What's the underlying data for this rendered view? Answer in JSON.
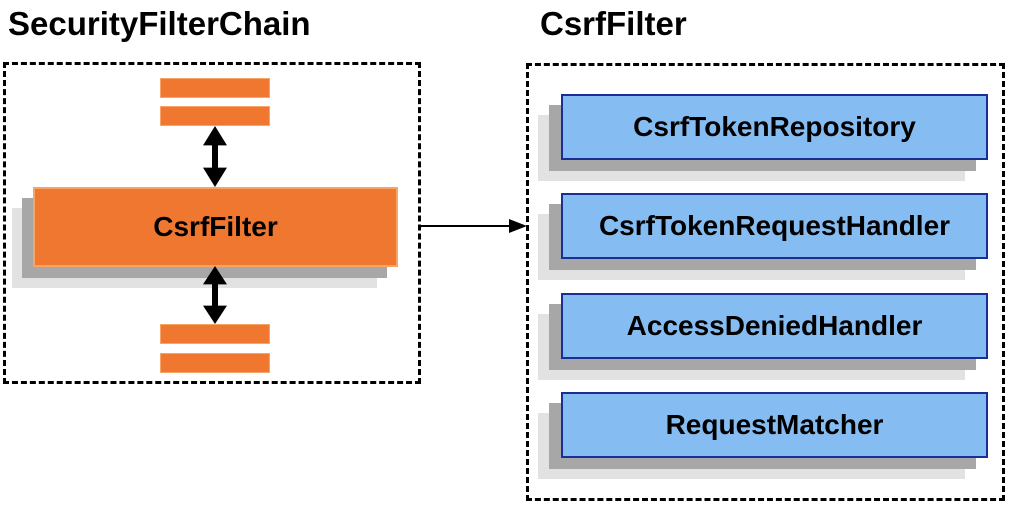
{
  "colors": {
    "background": "#FFFFFF",
    "orange": "#F0772F",
    "orange_border": "#F7A468",
    "blue_fill": "#85BDF2",
    "blue_border": "#1A2F96",
    "shadow_dark": "#A7A7A7",
    "shadow_light": "#E2E2E2",
    "line": "#000000",
    "text": "#000000"
  },
  "left_panel": {
    "title": "SecurityFilterChain",
    "csrf_filter_label": "CsrfFilter"
  },
  "right_panel": {
    "title": "CsrfFilter",
    "components": [
      {
        "label": "CsrfTokenRepository"
      },
      {
        "label": "CsrfTokenRequestHandler"
      },
      {
        "label": "AccessDeniedHandler"
      },
      {
        "label": "RequestMatcher"
      }
    ]
  }
}
